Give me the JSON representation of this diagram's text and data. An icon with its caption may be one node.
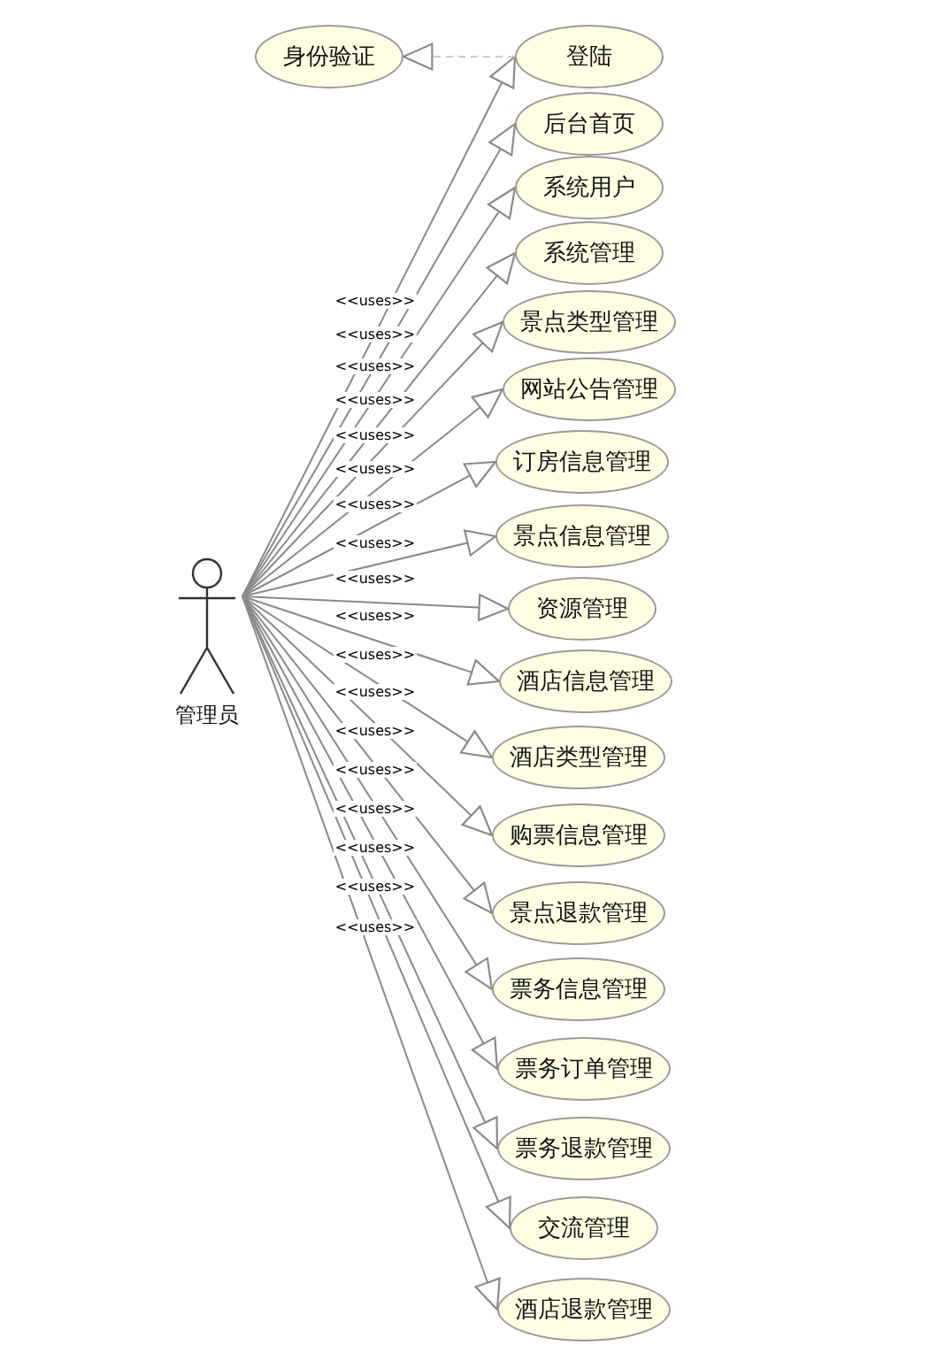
{
  "diagram": {
    "nodes": [
      {
        "text": [
          "管理员"
        ]
      },
      {
        "text": [
          "身份验证"
        ]
      },
      {
        "text": [
          "登陆"
        ]
      },
      {
        "text": [
          "后台首页"
        ]
      },
      {
        "text": [
          "系统用户"
        ]
      },
      {
        "text": [
          "系统管理"
        ]
      },
      {
        "text": [
          "景点类型管理"
        ]
      },
      {
        "text": [
          "网站公告管理"
        ]
      },
      {
        "text": [
          "订房信息管理"
        ]
      },
      {
        "text": [
          "景点信息管理"
        ]
      },
      {
        "text": [
          "资源管理"
        ]
      },
      {
        "text": [
          "酒店信息管理"
        ]
      },
      {
        "text": [
          "酒店类型管理"
        ]
      },
      {
        "text": [
          "购票信息管理"
        ]
      },
      {
        "text": [
          "景点退款管理"
        ]
      },
      {
        "text": [
          "票务信息管理"
        ]
      },
      {
        "text": [
          "票务订单管理"
        ]
      },
      {
        "text": [
          "票务退款管理"
        ]
      },
      {
        "text": [
          "交流管理"
        ]
      },
      {
        "text": [
          "酒店退款管理"
        ]
      }
    ],
    "edges": [
      {
        "from": 0,
        "to": 2,
        "arrow": "to",
        "label": "<<uses>>"
      },
      {
        "from": 0,
        "to": 3,
        "arrow": "to",
        "label": "<<uses>>"
      },
      {
        "from": 0,
        "to": 4,
        "arrow": "to",
        "label": "<<uses>>"
      },
      {
        "from": 0,
        "to": 5,
        "arrow": "to",
        "label": "<<uses>>"
      },
      {
        "from": 0,
        "to": 6,
        "arrow": "to",
        "label": "<<uses>>"
      },
      {
        "from": 0,
        "to": 7,
        "arrow": "to",
        "label": "<<uses>>"
      },
      {
        "from": 0,
        "to": 8,
        "arrow": "to",
        "label": "<<uses>>"
      },
      {
        "from": 0,
        "to": 9,
        "arrow": "to",
        "label": "<<uses>>"
      },
      {
        "from": 0,
        "to": 10,
        "arrow": "to",
        "label": "<<uses>>"
      },
      {
        "from": 0,
        "to": 11,
        "arrow": "to",
        "label": "<<uses>>"
      },
      {
        "from": 0,
        "to": 12,
        "arrow": "to",
        "label": "<<uses>>"
      },
      {
        "from": 0,
        "to": 13,
        "arrow": "to",
        "label": "<<uses>>"
      },
      {
        "from": 0,
        "to": 14,
        "arrow": "to",
        "label": "<<uses>>"
      },
      {
        "from": 0,
        "to": 15,
        "arrow": "to",
        "label": "<<uses>>"
      },
      {
        "from": 0,
        "to": 16,
        "arrow": "to",
        "label": "<<uses>>"
      },
      {
        "from": 0,
        "to": 17,
        "arrow": "to",
        "label": "<<uses>>"
      },
      {
        "from": 0,
        "to": 18,
        "arrow": "to",
        "label": "<<uses>>"
      },
      {
        "from": 0,
        "to": 19,
        "arrow": "to",
        "label": "<<uses>>"
      },
      {
        "from": 2,
        "to": 1,
        "arrow": "to",
        "style": "dashed",
        "color": "#cccccc"
      }
    ]
  }
}
